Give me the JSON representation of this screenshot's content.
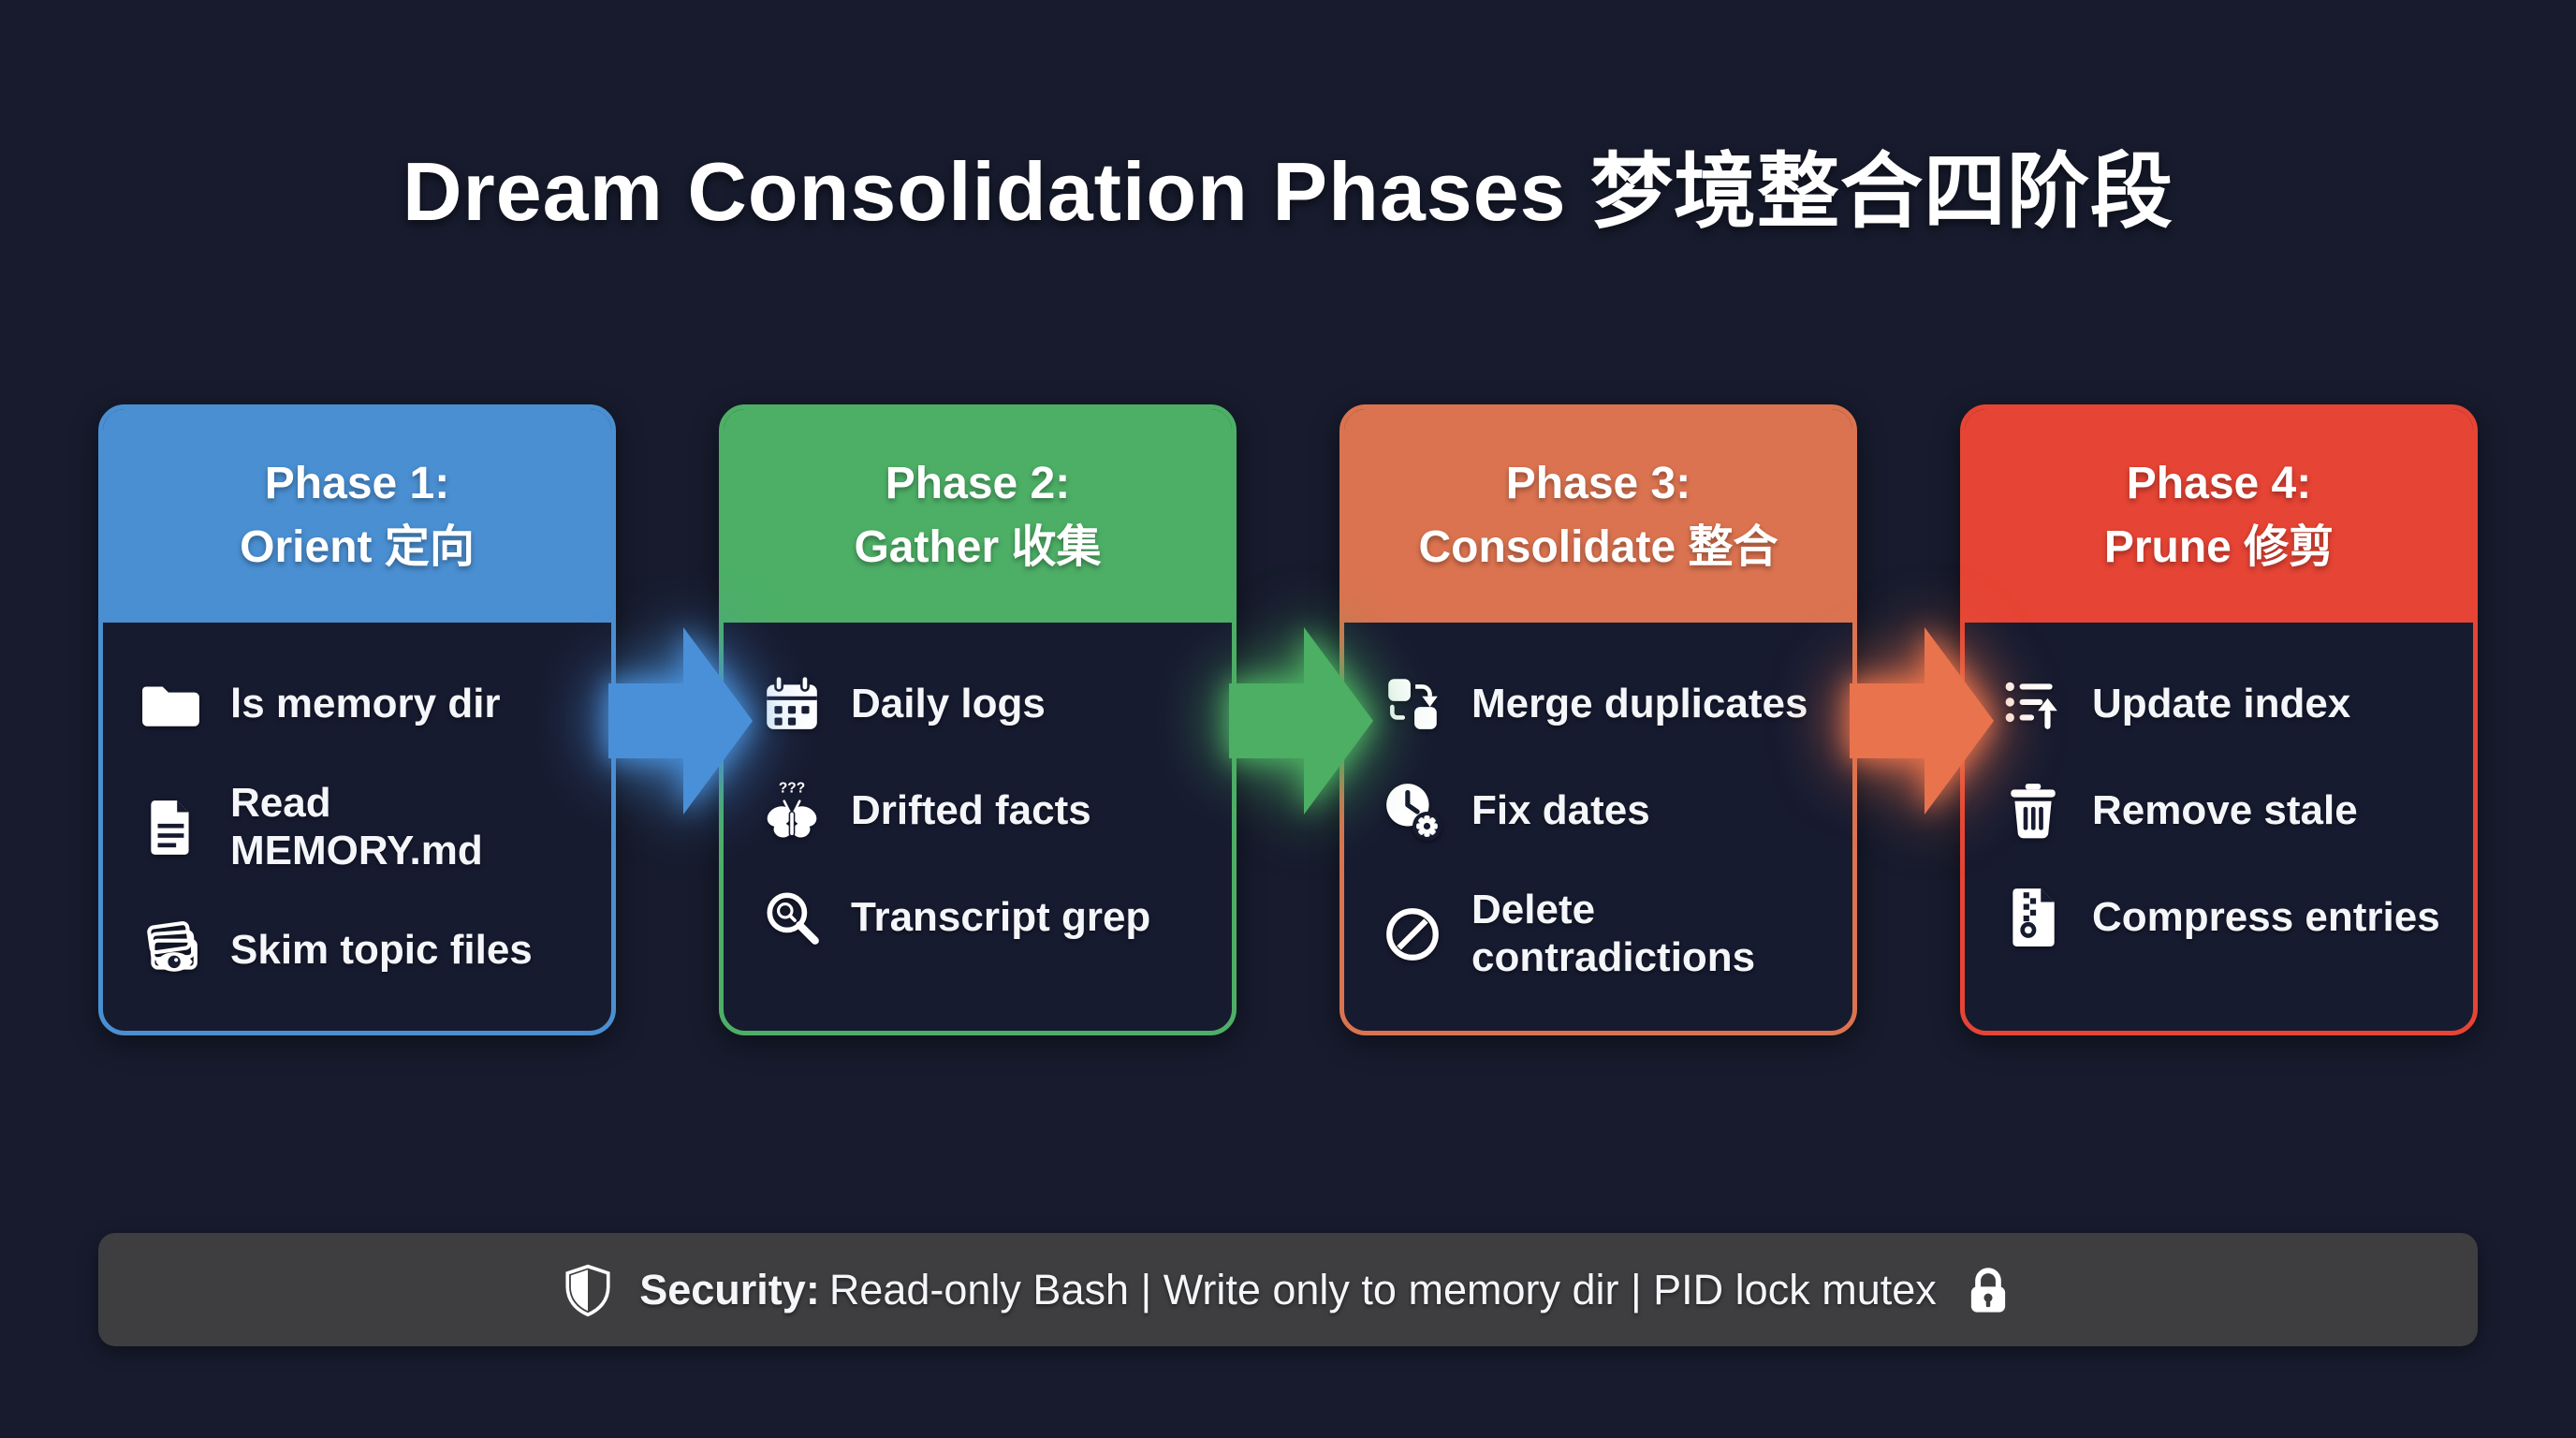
{
  "title": "Dream Consolidation Phases 梦境整合四阶段",
  "colors": {
    "background": "#171b2d",
    "card_body": "#171b30",
    "phase1": "#4a8fd2",
    "phase2": "#4daf66",
    "phase3": "#db7350",
    "phase4": "#e64434",
    "arrow1": "#4a90d9",
    "arrow2": "#4caf63",
    "arrow3": "#e8734d",
    "security_bar": "#3e3e40",
    "text": "#ffffff"
  },
  "phases": [
    {
      "id": "phase-1",
      "title_line1": "Phase 1:",
      "title_line2": "Orient 定向",
      "color_key": "phase1",
      "items": [
        {
          "icon": "folder-icon",
          "label": "ls memory dir"
        },
        {
          "icon": "file-lines-icon",
          "label": "Read MEMORY.md"
        },
        {
          "icon": "files-eye-icon",
          "label": "Skim topic files"
        }
      ]
    },
    {
      "id": "phase-2",
      "title_line1": "Phase 2:",
      "title_line2": "Gather 收集",
      "color_key": "phase2",
      "items": [
        {
          "icon": "calendar-icon",
          "label": "Daily logs"
        },
        {
          "icon": "butterfly-question-icon",
          "label": "Drifted facts"
        },
        {
          "icon": "search-icon",
          "label": "Transcript grep"
        }
      ]
    },
    {
      "id": "phase-3",
      "title_line1": "Phase 3:",
      "title_line2": "Consolidate 整合",
      "color_key": "phase3",
      "items": [
        {
          "icon": "merge-icon",
          "label": "Merge duplicates"
        },
        {
          "icon": "clock-gear-icon",
          "label": "Fix dates"
        },
        {
          "icon": "prohibited-icon",
          "label": "Delete contradictions"
        }
      ]
    },
    {
      "id": "phase-4",
      "title_line1": "Phase 4:",
      "title_line2": "Prune 修剪",
      "color_key": "phase4",
      "items": [
        {
          "icon": "list-arrow-up-icon",
          "label": "Update index"
        },
        {
          "icon": "trash-icon",
          "label": "Remove stale"
        },
        {
          "icon": "zip-file-icon",
          "label": "Compress entries"
        }
      ]
    }
  ],
  "arrows": [
    {
      "icon": "arrow-right-icon",
      "color_key": "arrow1"
    },
    {
      "icon": "arrow-right-icon",
      "color_key": "arrow2"
    },
    {
      "icon": "arrow-right-icon",
      "color_key": "arrow3"
    }
  ],
  "security": {
    "shield_icon": "shield-icon",
    "label": "Security:",
    "text": "Read-only Bash | Write only to memory dir | PID lock mutex",
    "lock_icon": "lock-icon"
  }
}
